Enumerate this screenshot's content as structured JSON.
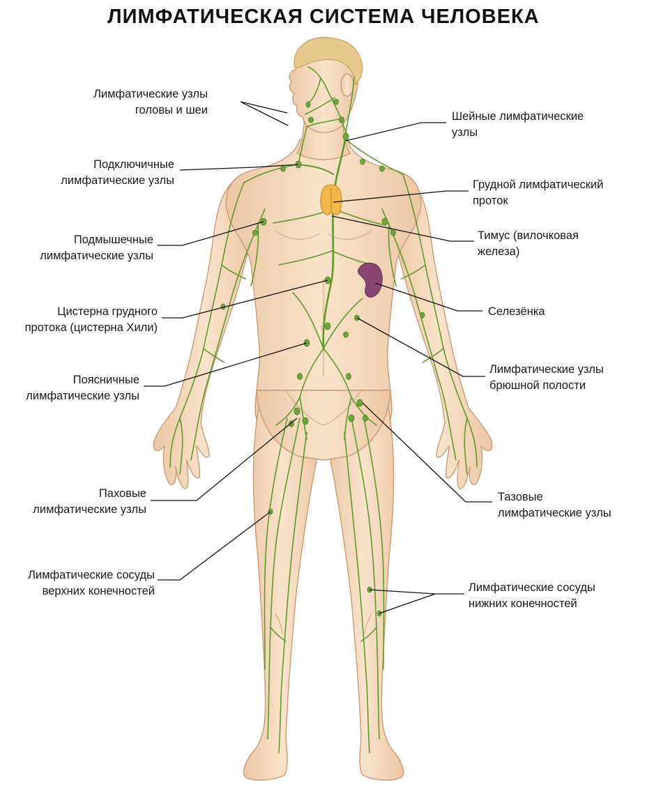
{
  "title": "ЛИМФАТИЧЕСКАЯ СИСТЕМА ЧЕЛОВЕКА",
  "colors": {
    "skin": "#f6dcc0",
    "skin_shadow": "#e9c19e",
    "skin_outline": "#c99a74",
    "hair": "#e7c98d",
    "lymph": "#5f9a2c",
    "lymph_node": "#6fa53a",
    "thymus": "#f0b64a",
    "spleen": "#8a4670",
    "leader": "#111111"
  },
  "labels": {
    "head_neck": [
      "Лимфатические узлы",
      "головы и шеи"
    ],
    "subclavian": [
      "Подключичные",
      "лимфатические узлы"
    ],
    "axillary": [
      "Подмышечные",
      "лимфатические узлы"
    ],
    "cisterna": [
      "Цистерна грудного",
      "протока (цистерна Хили)"
    ],
    "lumbar": [
      "Поясничные",
      "лимфатические узлы"
    ],
    "inguinal": [
      "Паховые",
      "лимфатические узлы"
    ],
    "upper_vessels": [
      "Лимфатические сосуды",
      "верхних конечностей"
    ],
    "cervical": [
      "Шейные лимфатические",
      "узлы"
    ],
    "thoracic_duct": [
      "Грудной лимфатический",
      "проток"
    ],
    "thymus": [
      "Тимус (вилочковая",
      "железа)"
    ],
    "spleen": [
      "Селезёнка"
    ],
    "abdominal": [
      "Лимфатические узлы",
      "брюшной полости"
    ],
    "pelvic": [
      "Тазовые",
      "лимфатические узлы"
    ],
    "lower_vessels": [
      "Лимфатические сосуды",
      "нижних конечностей"
    ]
  }
}
